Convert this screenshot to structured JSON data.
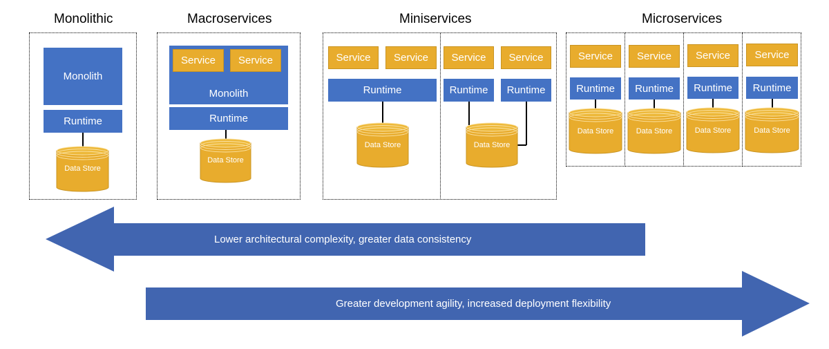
{
  "titles": {
    "monolithic": "Monolithic",
    "macroservices": "Macroservices",
    "miniservices": "Miniservices",
    "microservices": "Microservices"
  },
  "labels": {
    "monolith": "Monolith",
    "runtime": "Runtime",
    "service": "Service",
    "data_store": "Data Store"
  },
  "arrows": {
    "left": "Lower architectural complexity, greater data consistency",
    "right": "Greater development agility, increased deployment flexibility"
  },
  "colors": {
    "blue": "#4472c4",
    "gold": "#e8ac2d",
    "arrow": "#4165b0"
  }
}
